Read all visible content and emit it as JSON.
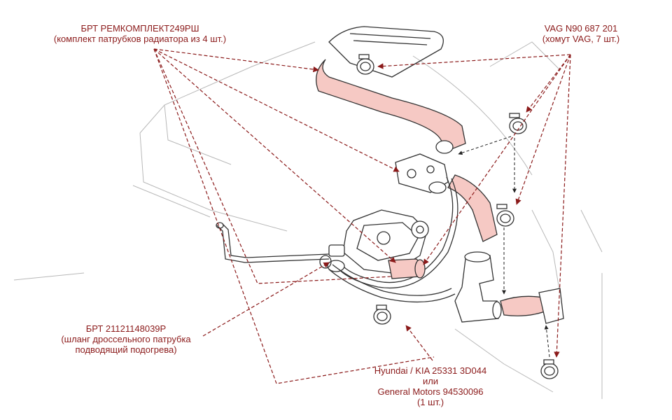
{
  "labels": {
    "kit": {
      "line1": "БРТ РЕМКОМПЛЕКТ249РШ",
      "line2": "(комплект патрубков радиатора из 4 шт.)"
    },
    "vag": {
      "line1": "VAG N90 687 201",
      "line2": "(хомут VAG, 7 шт.)"
    },
    "hose": {
      "line1": "БРТ 21121148039Р",
      "line2": "(шланг дроссельного патрубка",
      "line3": "подводящий подогрева)"
    },
    "hyundai": {
      "line1": "Hyundai / KIA 25331 3D044",
      "line2": "или",
      "line3": "General Motors 94530096",
      "line4": "(1 шт.)"
    }
  },
  "colors": {
    "label_text": "#8b1a1a",
    "leader_line": "#8b1a1a",
    "hose_fill": "#f6c9c4",
    "outline": "#333333",
    "faint_outline": "#b8b8b8"
  }
}
